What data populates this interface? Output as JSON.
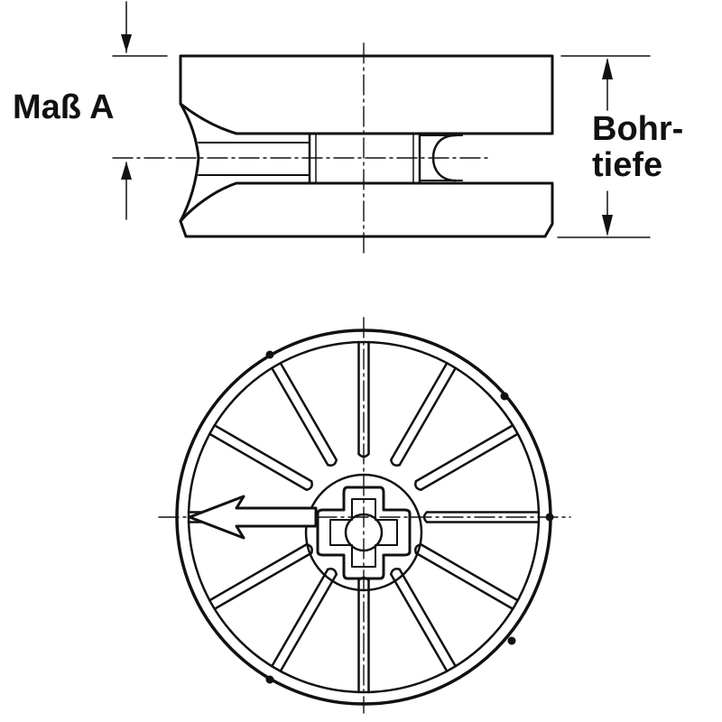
{
  "labels": {
    "mass_a": "Maß A",
    "bohrtiefe": "Bohr-\ntiefe"
  },
  "colors": {
    "stroke": "#111111",
    "background": "#ffffff"
  },
  "rib_count": 12,
  "icons": [
    "up-arrow-icon",
    "down-arrow-icon",
    "insertion-arrow-icon",
    "cross-recess-icon"
  ]
}
